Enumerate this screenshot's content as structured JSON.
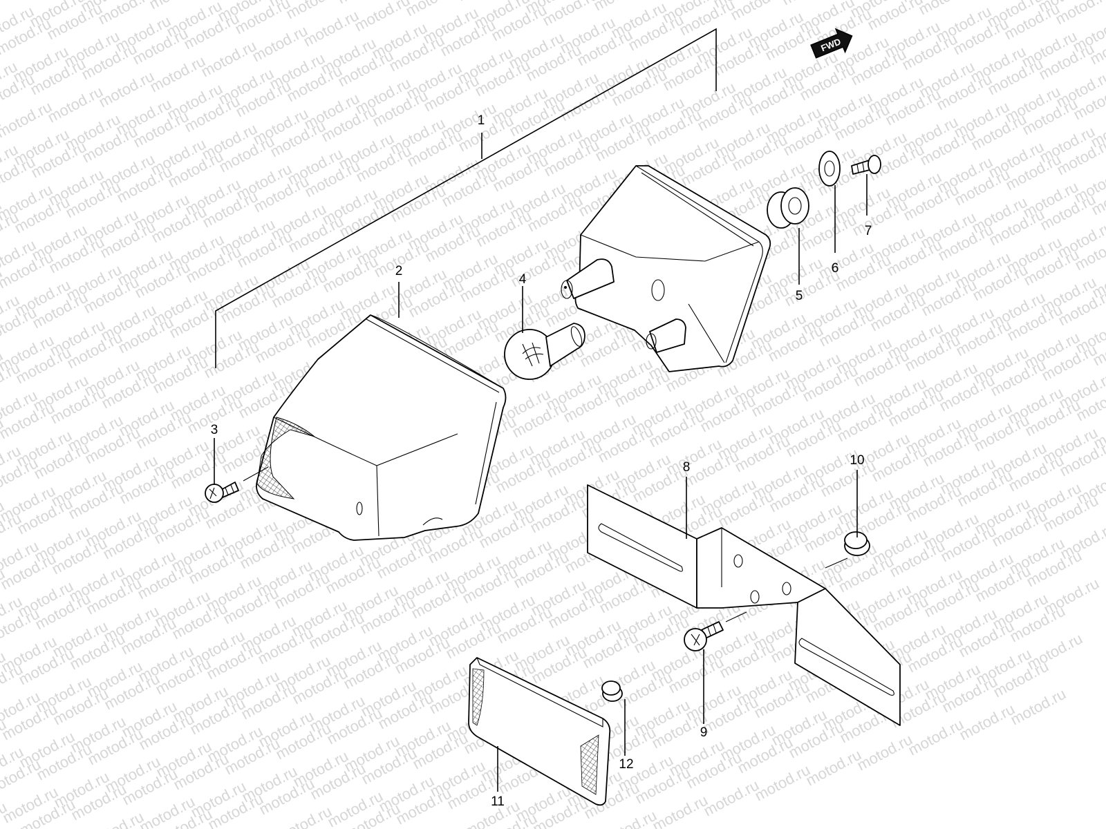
{
  "watermark": "motod.ru",
  "direction_badge": "FWD",
  "callouts": [
    {
      "id": "1",
      "text": "1"
    },
    {
      "id": "2",
      "text": "2"
    },
    {
      "id": "3",
      "text": "3"
    },
    {
      "id": "4",
      "text": "4"
    },
    {
      "id": "5",
      "text": "5"
    },
    {
      "id": "6",
      "text": "6"
    },
    {
      "id": "7",
      "text": "7"
    },
    {
      "id": "8",
      "text": "8"
    },
    {
      "id": "9",
      "text": "9"
    },
    {
      "id": "10",
      "text": "10"
    },
    {
      "id": "11",
      "text": "11"
    },
    {
      "id": "12",
      "text": "12"
    }
  ]
}
